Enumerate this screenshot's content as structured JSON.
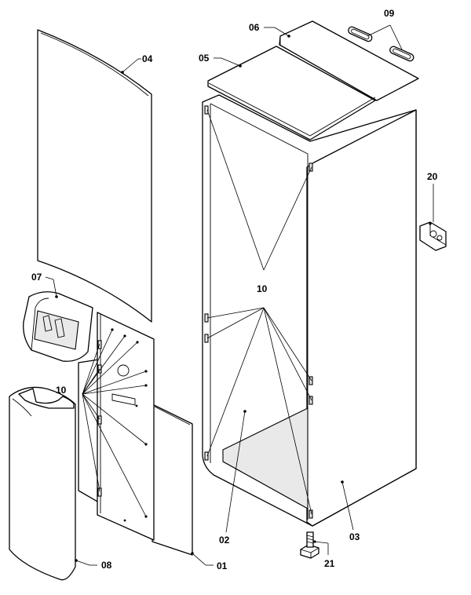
{
  "callouts": {
    "c01": "01",
    "c02": "02",
    "c03": "03",
    "c04": "04",
    "c05": "05",
    "c06": "06",
    "c07": "07",
    "c08": "08",
    "c09": "09",
    "c10_left": "10",
    "c10_right": "10",
    "c20": "20",
    "c21": "21"
  }
}
